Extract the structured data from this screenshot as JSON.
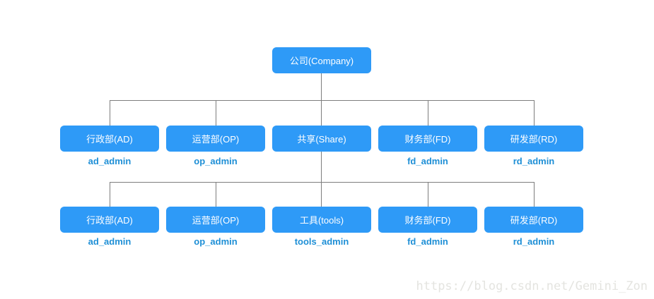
{
  "palette": {
    "box_blue": "#2e9af7",
    "label_blue": "#1e8fd6",
    "line_gray": "#7d7d7d",
    "watermark_gray": "#e4e4e0"
  },
  "root": {
    "label": "公司(Company)"
  },
  "level2": {
    "nodes": [
      {
        "label": "行政部(AD)",
        "admin": "ad_admin"
      },
      {
        "label": "运营部(OP)",
        "admin": "op_admin"
      },
      {
        "label": "共享(Share)",
        "admin": ""
      },
      {
        "label": "财务部(FD)",
        "admin": "fd_admin"
      },
      {
        "label": "研发部(RD)",
        "admin": "rd_admin"
      }
    ]
  },
  "level3": {
    "nodes": [
      {
        "label": "行政部(AD)",
        "admin": "ad_admin"
      },
      {
        "label": "运营部(OP)",
        "admin": "op_admin"
      },
      {
        "label": "工具(tools)",
        "admin": "tools_admin"
      },
      {
        "label": "财务部(FD)",
        "admin": "fd_admin"
      },
      {
        "label": "研发部(RD)",
        "admin": "rd_admin"
      }
    ]
  },
  "watermark": "https://blog.csdn.net/Gemini_Zon"
}
